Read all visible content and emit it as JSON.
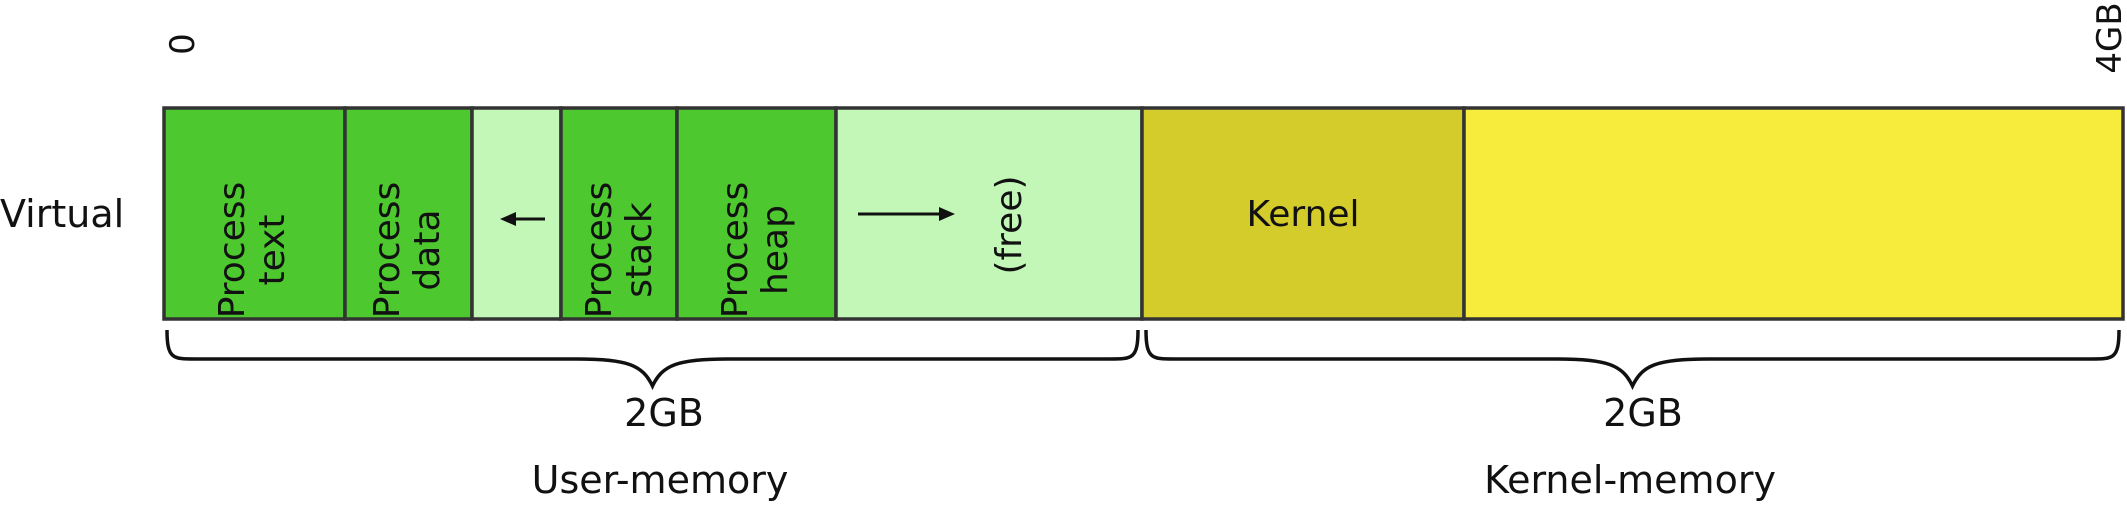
{
  "row_label": "Virtual",
  "address_start": "0",
  "address_end": "4GB",
  "segments": [
    {
      "name": "process-text",
      "lines": [
        "Process",
        "text"
      ],
      "fill": "#4dc82f"
    },
    {
      "name": "process-data",
      "lines": [
        "Process",
        "data"
      ],
      "fill": "#4dc82f"
    },
    {
      "name": "growth-gap-left",
      "lines": [],
      "fill": "#c2f7b7",
      "arrow": "left"
    },
    {
      "name": "process-stack",
      "lines": [
        "Process",
        "stack"
      ],
      "fill": "#4dc82f"
    },
    {
      "name": "process-heap",
      "lines": [
        "Process",
        "heap"
      ],
      "fill": "#4dc82f"
    },
    {
      "name": "free",
      "lines": [
        "(free)"
      ],
      "fill": "#c2f7b7",
      "arrow": "right"
    },
    {
      "name": "kernel",
      "lines": [
        "Kernel"
      ],
      "fill": "#d4cc2b"
    },
    {
      "name": "kernel-space",
      "lines": [],
      "fill": "#f7ec3b"
    }
  ],
  "regions": [
    {
      "name": "user-memory",
      "size": "2GB",
      "label": "User-memory"
    },
    {
      "name": "kernel-memory",
      "size": "2GB",
      "label": "Kernel-memory"
    }
  ],
  "colors": {
    "stroke": "#333333",
    "text": "#111111"
  }
}
